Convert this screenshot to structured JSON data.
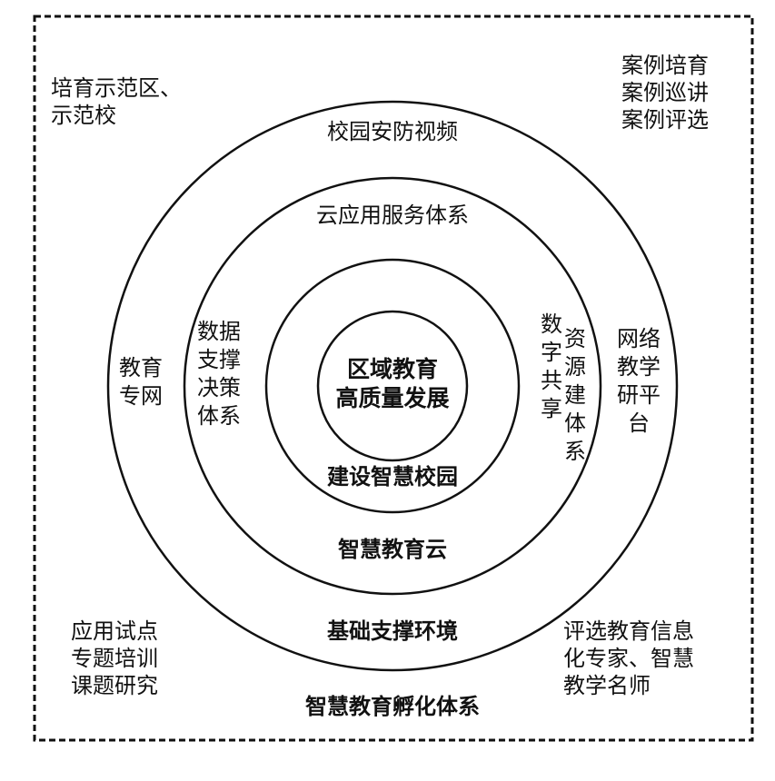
{
  "center": {
    "line1": "区域教育",
    "line2": "高质量发展"
  },
  "rings": {
    "inner_label": "建设智慧校园",
    "ring2_top": "云应用服务体系",
    "ring2_left": "数据支撑决策体系",
    "ring2_right_col1": "数字共享",
    "ring2_right_col2": "资源建体系",
    "ring2_bottom": "智慧教育云",
    "ring3_top": "校园安防视频",
    "ring3_left": "教育专网",
    "ring3_right": "网络教学研平台",
    "ring3_bottom": "基础支撑环境",
    "outer_bottom": "智慧教育孵化体系"
  },
  "corners": {
    "top_left": "培育示范区、\n示范校",
    "top_right": "案例培育\n案例巡讲\n案例评选",
    "bottom_left": "应用试点\n专题培训\n课题研究",
    "bottom_right": "评选教育信息\n化专家、智慧\n教学名师"
  }
}
